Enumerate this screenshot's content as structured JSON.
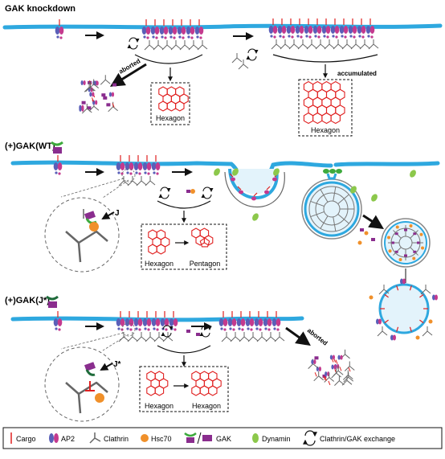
{
  "panels": {
    "knockdown": {
      "title": "GAK knockdown",
      "aborted_label": "aborted",
      "accumulated_label": "accumulated",
      "hexagon_label_1": "Hexagon",
      "hexagon_label_2": "Hexagon"
    },
    "wildtype": {
      "title": "(+)GAK(WT)",
      "j_label": "J",
      "hexagon_label": "Hexagon",
      "pentagon_label": "Pentagon"
    },
    "mutant": {
      "title": "(+)GAK(J*)",
      "j_label": "J*",
      "aborted_label": "aborted",
      "hexagon_label_1": "Hexagon",
      "hexagon_label_2": "Hexagon"
    }
  },
  "legend": {
    "cargo": "Cargo",
    "ap2": "AP2",
    "clathrin": "Clathrin",
    "hsc70": "Hsc70",
    "gak": "GAK",
    "dynamin": "Dynamin",
    "exchange": "Clathrin/GAK exchange"
  },
  "colors": {
    "membrane": "#2ea8df",
    "cargo": "#e02020",
    "ap2_blue": "#5a5fb8",
    "ap2_pink": "#c43a8e",
    "clathrin": "#666666",
    "hsc70": "#f0902a",
    "gak_green": "#3daa3d",
    "gak_purple": "#8a2d8e",
    "dynamin": "#8cc84b",
    "lattice": "#e02020"
  }
}
